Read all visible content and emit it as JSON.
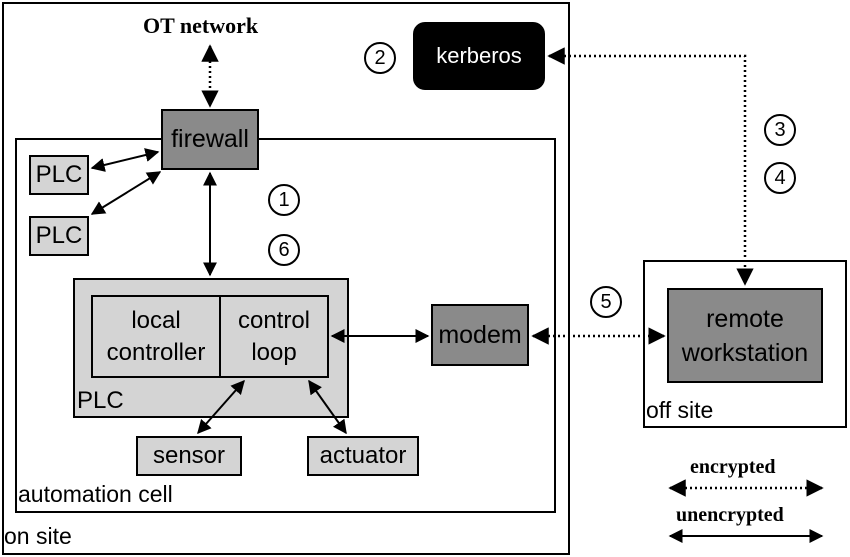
{
  "labels": {
    "ot_network": "OT network",
    "kerberos": "kerberos",
    "firewall": "firewall",
    "plc_1": "PLC",
    "plc_2": "PLC",
    "local_controller_line1": "local",
    "local_controller_line2": "controller",
    "control_loop_line1": "control",
    "control_loop_line2": "loop",
    "plc_main": "PLC",
    "modem": "modem",
    "sensor": "sensor",
    "actuator": "actuator",
    "automation_cell": "automation cell",
    "on_site": "on site",
    "remote_workstation_line1": "remote",
    "remote_workstation_line2": "workstation",
    "off_site": "off site"
  },
  "steps": [
    "1",
    "2",
    "3",
    "4",
    "5",
    "6"
  ],
  "legend": {
    "encrypted": "encrypted",
    "unencrypted": "unencrypted"
  },
  "colors": {
    "light_box": "#d4d4d4",
    "dark_box": "#8a8a8a",
    "kerberos_box": "#000000"
  }
}
